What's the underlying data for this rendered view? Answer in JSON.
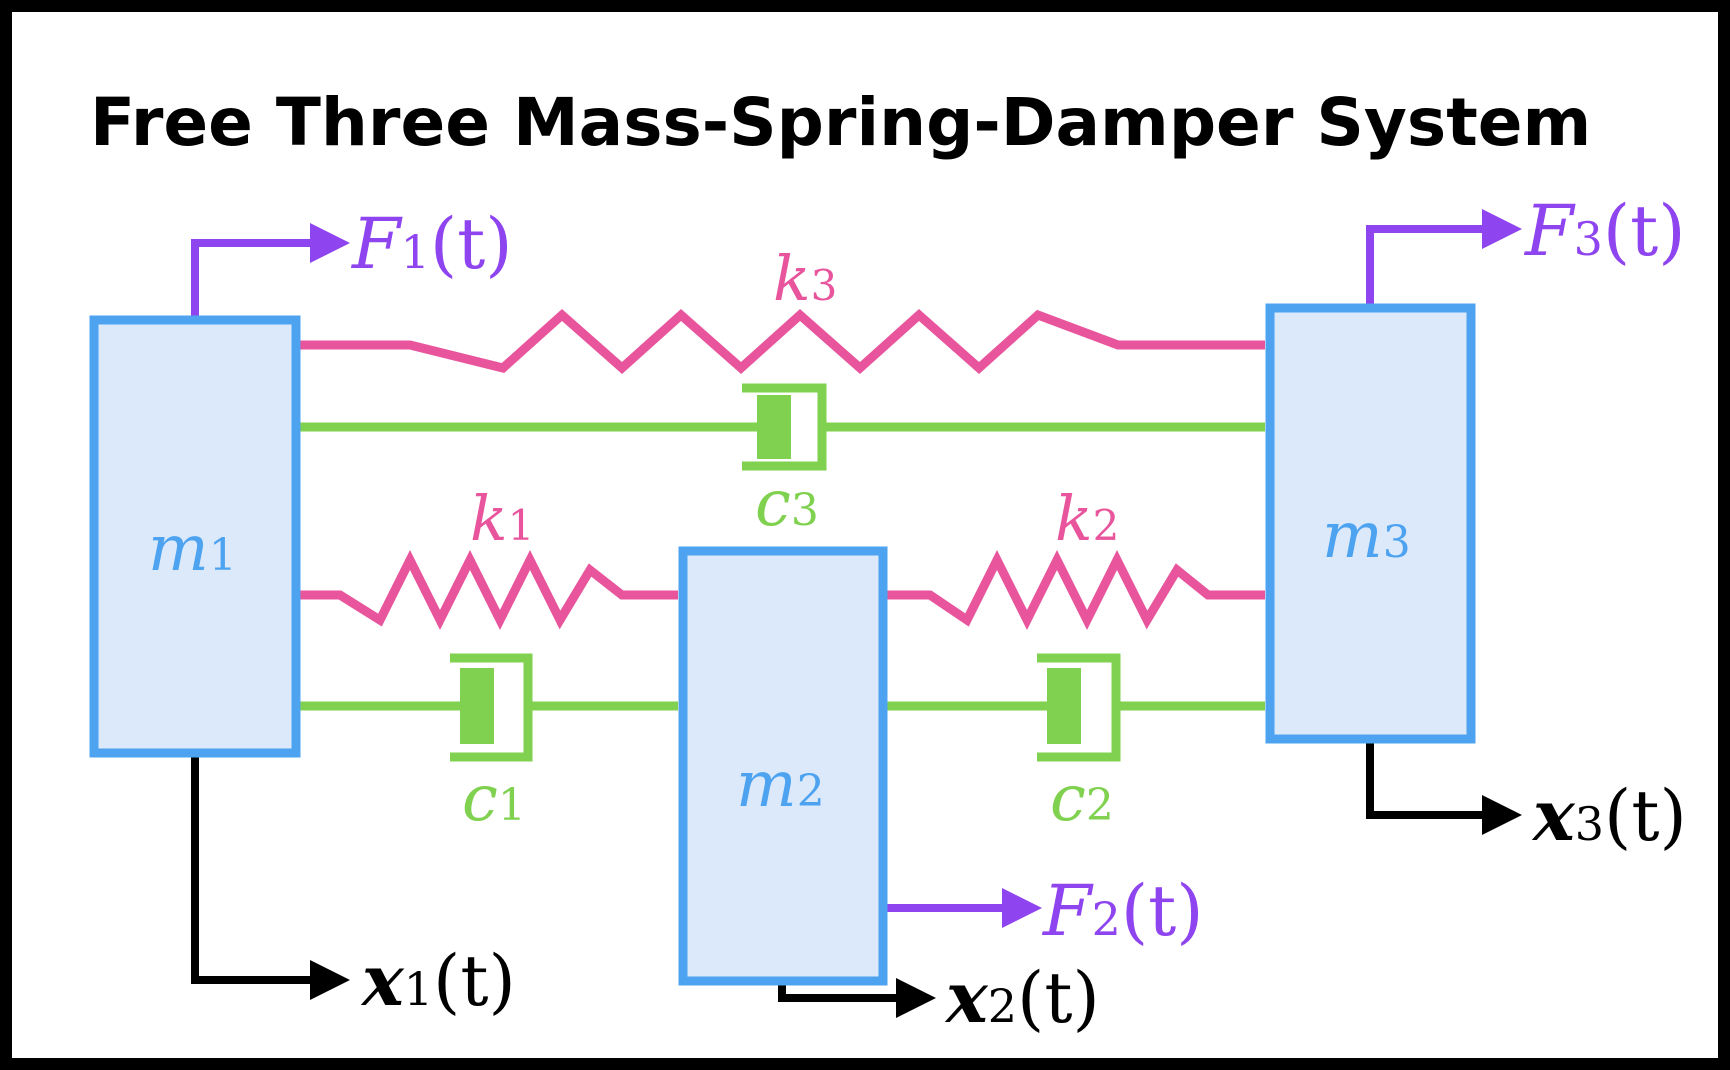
{
  "title": "Free Three Mass-Spring-Damper System",
  "colors": {
    "background": "#ffffff",
    "frame": "#000000",
    "mass_fill": "#dbe9fa",
    "mass_stroke": "#4da3f0",
    "spring": "#e8559c",
    "damper": "#7fd14f",
    "force": "#8e44ef",
    "displacement": "#000000"
  },
  "masses": [
    {
      "name": "m",
      "sub": "1"
    },
    {
      "name": "m",
      "sub": "2"
    },
    {
      "name": "m",
      "sub": "3"
    }
  ],
  "springs": [
    {
      "name": "k",
      "sub": "1"
    },
    {
      "name": "k",
      "sub": "2"
    },
    {
      "name": "k",
      "sub": "3"
    }
  ],
  "dampers": [
    {
      "name": "c",
      "sub": "1"
    },
    {
      "name": "c",
      "sub": "2"
    },
    {
      "name": "c",
      "sub": "3"
    }
  ],
  "forces": [
    {
      "name": "F",
      "sub": "1",
      "arg": "(t)"
    },
    {
      "name": "F",
      "sub": "2",
      "arg": "(t)"
    },
    {
      "name": "F",
      "sub": "3",
      "arg": "(t)"
    }
  ],
  "displacements": [
    {
      "name": "x",
      "sub": "1",
      "arg": "(t)"
    },
    {
      "name": "x",
      "sub": "2",
      "arg": "(t)"
    },
    {
      "name": "x",
      "sub": "3",
      "arg": "(t)"
    }
  ]
}
